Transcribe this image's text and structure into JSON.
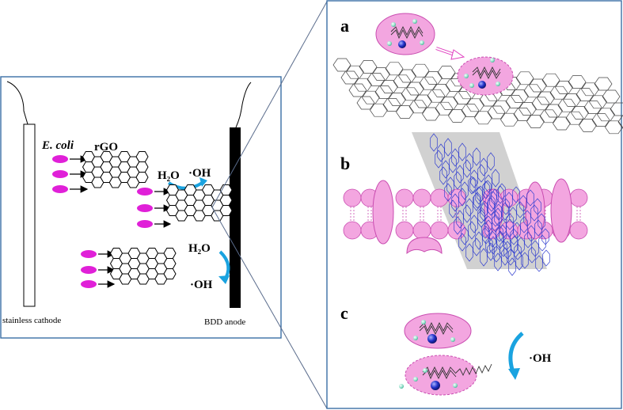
{
  "left_panel": {
    "cathode_label": "stainless cathode",
    "anode_label": "BDD anode",
    "ecoli_label": "E. coli",
    "rgo_label": "rGO",
    "water_label_1": "H₂O",
    "hydroxyl_label_1": "·OH",
    "water_label_2": "H₂O",
    "hydroxyl_label_2": "·OH"
  },
  "right_panel": {
    "panel_a_letter": "a",
    "panel_b_letter": "b",
    "panel_c_letter": "c",
    "hydroxyl_label_c": "·OH"
  },
  "colors": {
    "frame_blue": "#3a6ea5",
    "cell_pink": "#f3a6e0",
    "cell_pink_dark": "#c94cb0",
    "ecoli_magenta": "#e020d8",
    "arrow_cyan": "#1aa3e0",
    "bead_teal": "#9be8d0",
    "sphere_blue": "#2030c8",
    "graphene_blue": "#3340d0",
    "sheet_gray": "#cccccc"
  }
}
